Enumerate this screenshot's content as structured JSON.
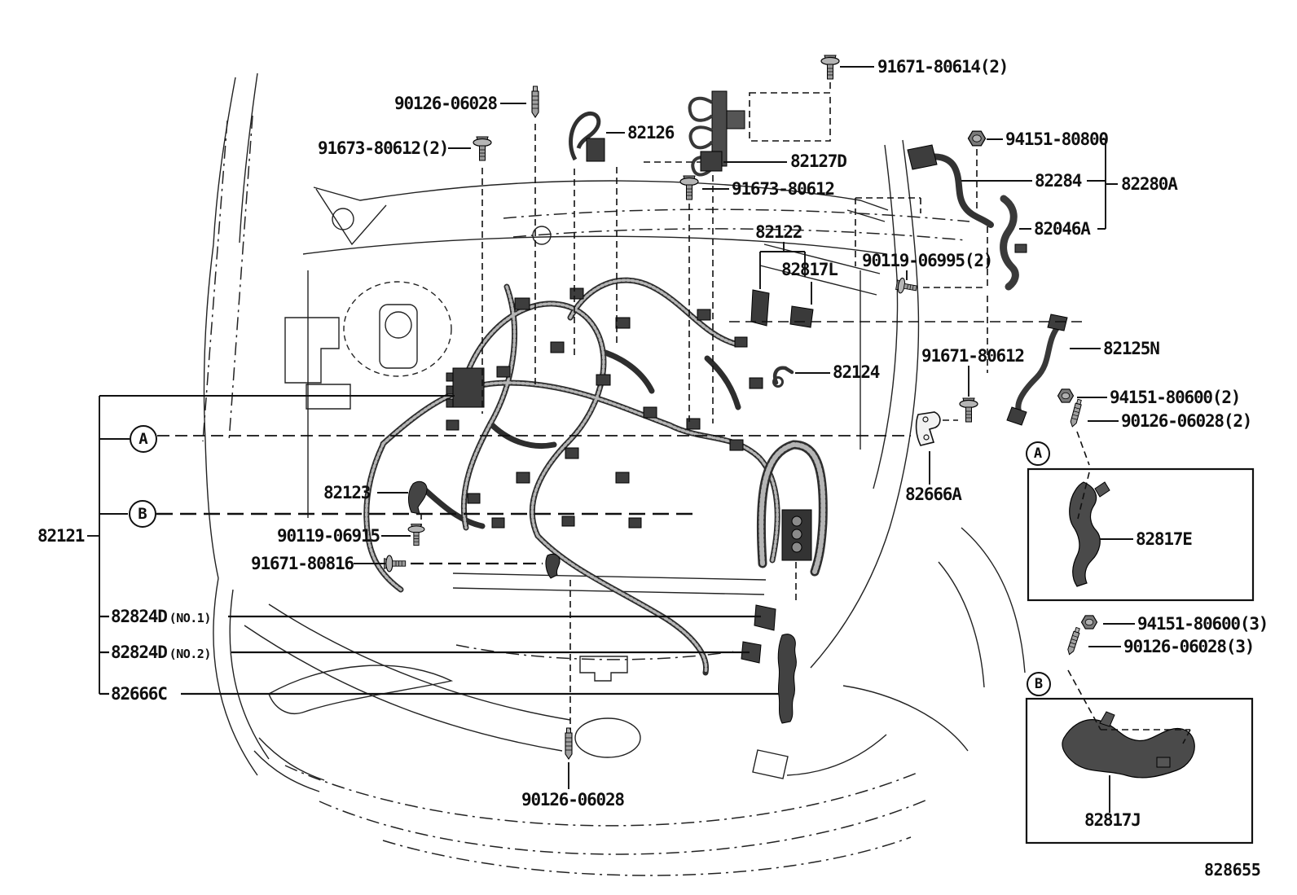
{
  "diagram": {
    "code": "828655",
    "markers": {
      "a": "A",
      "b": "B"
    },
    "labels": {
      "p90126_06028_top": "90126-06028",
      "p91673_80612_x2": "91673-80612(2)",
      "p82126": "82126",
      "p91671_80614_x2": "91671-80614(2)",
      "p82127d": "82127D",
      "p91673_80612": "91673-80612",
      "p94151_80800": "94151-80800",
      "p82284": "82284",
      "p82280a": "82280A",
      "p82046a": "82046A",
      "p82122": "82122",
      "p82817l": "82817L",
      "p90119_06995_x2": "90119-06995(2)",
      "p82124": "82124",
      "p82125n": "82125N",
      "p91671_80612": "91671-80612",
      "p94151_80600_x2": "94151-80600(2)",
      "p90126_06028_x2": "90126-06028(2)",
      "p82666a": "82666A",
      "p82817e": "82817E",
      "p82123": "82123",
      "p90119_06915": "90119-06915",
      "p91671_80816": "91671-80816",
      "p82121": "82121",
      "p82824d_no1": "82824D",
      "p82824d_no1_suffix": "(NO.1)",
      "p82824d_no2": "82824D",
      "p82824d_no2_suffix": "(NO.2)",
      "p82666c": "82666C",
      "p94151_80600_x3": "94151-80600(3)",
      "p90126_06028_x3": "90126-06028(3)",
      "p82817j": "82817J",
      "p90126_06028_bottom": "90126-06028"
    }
  }
}
